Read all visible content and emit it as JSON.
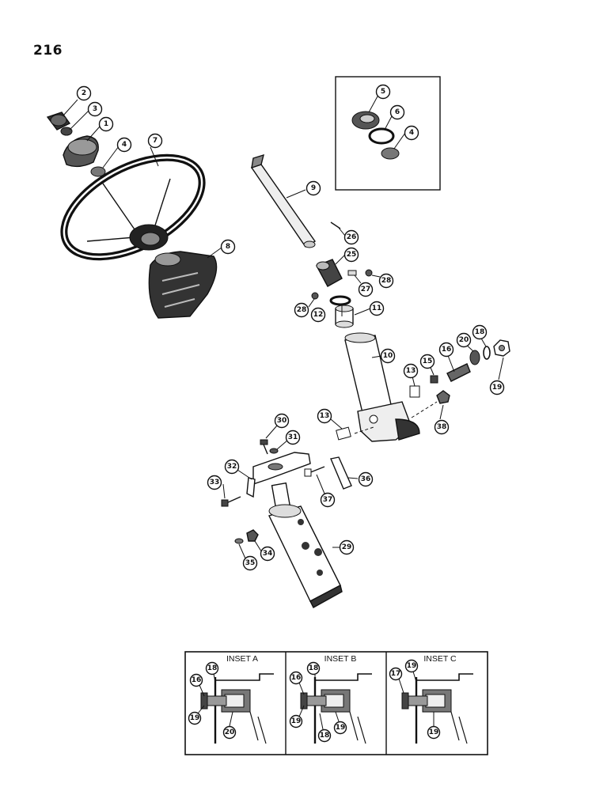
{
  "page_number": "216",
  "callouts": {
    "c1": "1",
    "c2": "2",
    "c3": "3",
    "c4a": "4",
    "c4b": "4",
    "c5": "5",
    "c6": "6",
    "c7": "7",
    "c8": "8",
    "c9": "9",
    "c10": "10",
    "c11": "11",
    "c12": "12",
    "c13a": "13",
    "c13b": "13",
    "c15": "15",
    "c16": "16",
    "c18": "18",
    "c19": "19",
    "c20": "20",
    "c25": "25",
    "c26": "26",
    "c27": "27",
    "c28a": "28",
    "c28b": "28",
    "c29": "29",
    "c30": "30",
    "c31": "31",
    "c32": "32",
    "c33": "33",
    "c34": "34",
    "c35": "35",
    "c36": "36",
    "c37": "37",
    "c38": "38"
  },
  "insets": [
    {
      "title": "INSET A",
      "labels": [
        "16",
        "18",
        "19",
        "20"
      ]
    },
    {
      "title": "INSET B",
      "labels": [
        "16",
        "18",
        "19",
        "18",
        "19"
      ]
    },
    {
      "title": "INSET C",
      "labels": [
        "17",
        "19",
        "19"
      ]
    }
  ]
}
